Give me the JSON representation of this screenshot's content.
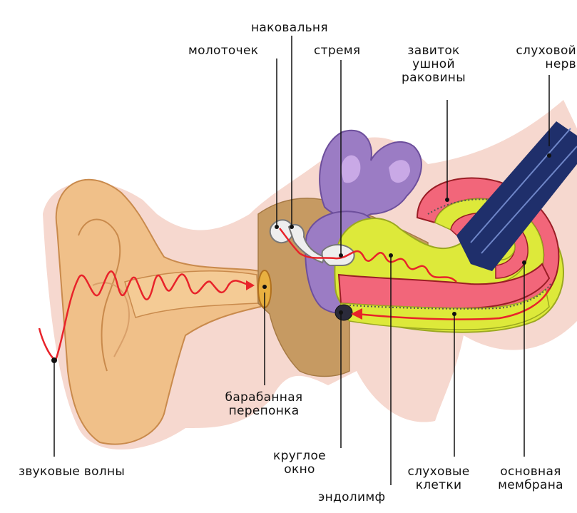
{
  "labels": {
    "anvil": "наковальня",
    "hammer": "молоточек",
    "stirrup": "стремя",
    "cochlea": [
      "завиток",
      "ушной",
      "раковины"
    ],
    "nerve": [
      "слуховой",
      "нерв"
    ],
    "eardrum": [
      "барабанная",
      "перепонка"
    ],
    "round_window": [
      "круглое",
      "окно"
    ],
    "sound_waves": "звуковые волны",
    "hair_cells": [
      "слуховые",
      "клетки"
    ],
    "basilar": [
      "основная",
      "мембрана"
    ],
    "endolymph": "эндолимф"
  },
  "colors": {
    "outer_glow": "#f6d8cf",
    "skin": "#f0c089",
    "skin_dark": "#c98a4c",
    "bone": "#c69a62",
    "purple": "#9b7cc4",
    "purple_light": "#c9a9e6",
    "yellow": "#dde93a",
    "red": "#e8232a",
    "pink_red": "#f2667a",
    "navy": "#1f2f6b",
    "leader": "#111111"
  }
}
